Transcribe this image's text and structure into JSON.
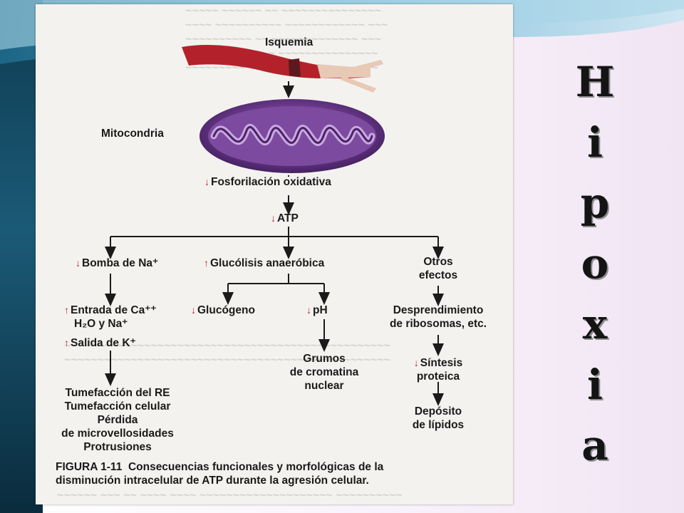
{
  "slide": {
    "title_letters": [
      "H",
      "i",
      "p",
      "o",
      "x",
      "i",
      "a"
    ]
  },
  "figure": {
    "labels": {
      "isquemia": "Isquemia",
      "mitocondria": "Mitocondria",
      "fosforilacion": "Fosforilación oxidativa",
      "atp": "ATP",
      "bomba": "Bomba de Na⁺",
      "glucolisis": "Glucólisis anaeróbica",
      "otros": [
        "Otros",
        "efectos"
      ],
      "entrada": [
        "Entrada de Ca⁺⁺",
        "H₂O y Na⁺"
      ],
      "salida": "Salida de K⁺",
      "glucogeno": "Glucógeno",
      "ph": "pH",
      "desprendimiento": [
        "Desprendimiento",
        "de ribosomas, etc."
      ],
      "grumos": [
        "Grumos",
        "de cromatina",
        "nuclear"
      ],
      "sintesis": [
        "Síntesis",
        "proteica"
      ],
      "deposito": [
        "Depósito",
        "de lípidos"
      ],
      "tumefaccion": [
        "Tumefacción del RE",
        "Tumefacción celular",
        "Pérdida",
        "de microvellosidades",
        "Protrusiones"
      ]
    },
    "arrows": {
      "down": "↓",
      "up": "↑"
    },
    "caption": {
      "figure_number": "FIGURA 1-11",
      "line1": "Consecuencias funcionales y morfológicas de la",
      "line2": "disminución intracelular de ATP durante la agresión celular."
    }
  },
  "colors": {
    "vessel": "#b3222a",
    "mitochondria": "#5b2d7a",
    "arrow_red": "#c2262e"
  }
}
